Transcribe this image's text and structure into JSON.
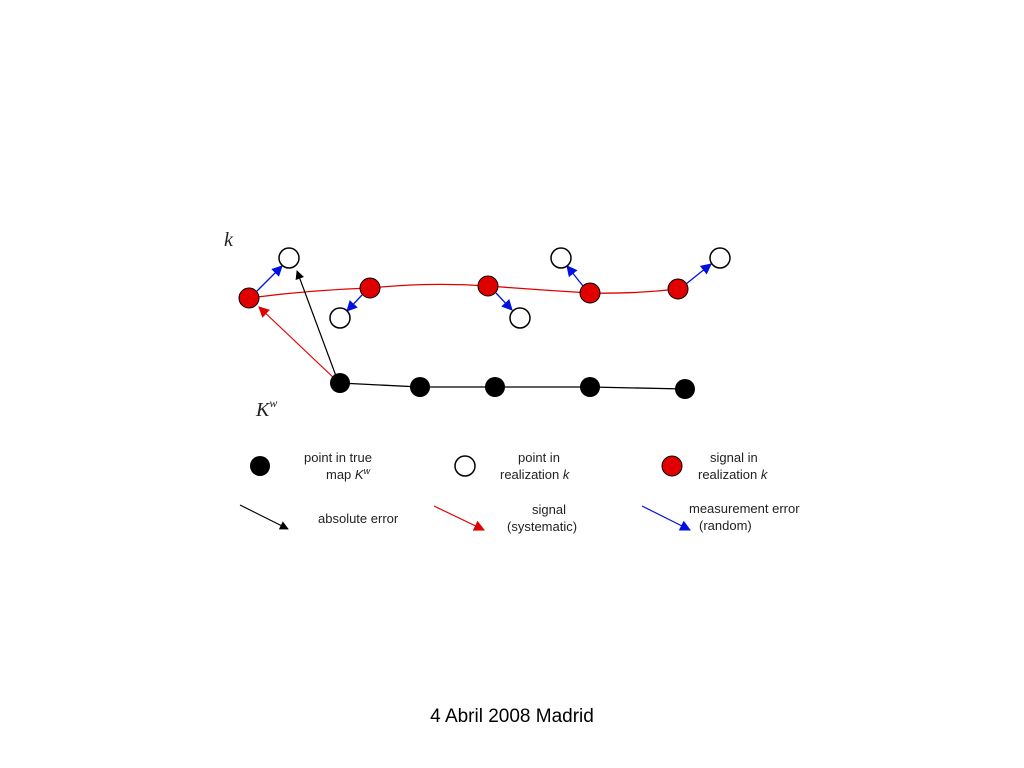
{
  "diagram": {
    "label_k": "k",
    "label_kw_base": "K",
    "label_kw_sup": "w"
  },
  "legend": {
    "true_point": {
      "line1": "point in true",
      "line2_prefix": "map ",
      "line2_var": "K",
      "line2_sup": "w"
    },
    "realization_point": {
      "line1": "point in",
      "line2_prefix": "realization ",
      "line2_var": "k"
    },
    "signal_point": {
      "line1": "signal in",
      "line2_prefix": "realization ",
      "line2_var": "k"
    },
    "absolute_error": "absolute error",
    "signal": {
      "line1": "signal",
      "line2": "(systematic)"
    },
    "measurement_error": {
      "line1": "measurement error",
      "line2": "(random)"
    }
  },
  "colors": {
    "signal": "#e00000",
    "measurement": "#0010e0",
    "absolute": "#000000"
  },
  "footer": "4 Abril 2008 Madrid"
}
